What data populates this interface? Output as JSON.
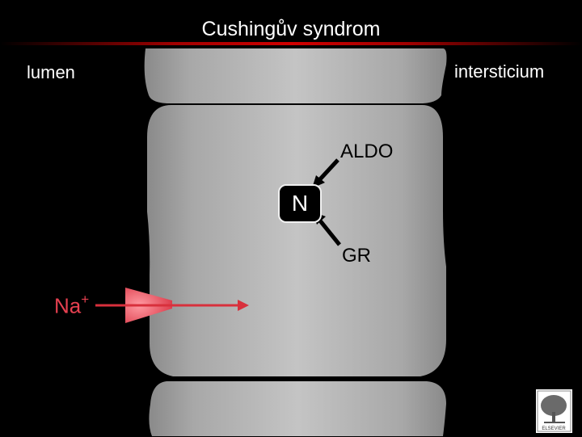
{
  "title": "Cushingův syndrom",
  "labels": {
    "lumen": "lumen",
    "interstitium": "intersticium",
    "aldo": "ALDO",
    "gr": "GR",
    "nucleus": "N",
    "sodium": "Na",
    "sodium_charge": "+"
  },
  "colors": {
    "background": "#000000",
    "cell": "#b8b8b8",
    "sodium": "#e64050",
    "arrow": "#d8303c"
  },
  "logo": {
    "icon": "publisher-tree-logo",
    "text": "ELSEVIER"
  }
}
